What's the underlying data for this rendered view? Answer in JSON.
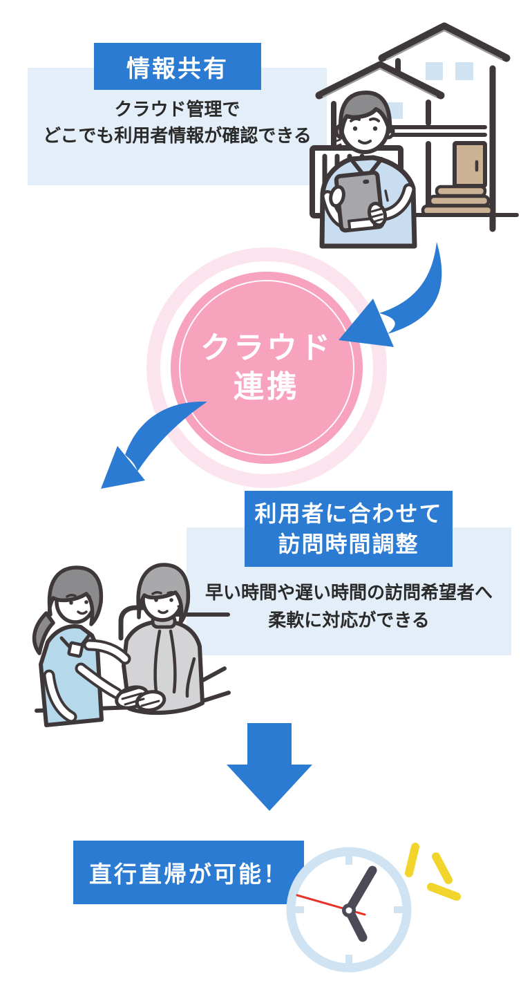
{
  "colors": {
    "accent_blue": "#2b7bd2",
    "panel_blue": "#e4eef8",
    "circle_pink": "#f8a3be",
    "circle_pale_ring": "#fce4ee",
    "outline_dark": "#3f383a",
    "illustration_blue": "#c8ddef",
    "apron_blue": "#b5d9ea",
    "window_blue": "#cfe3f2",
    "tan": "#cbb295",
    "gray_hair": "#8b8b8e",
    "clock_hand": "#4a4b57",
    "second_hand_red": "#e8332a",
    "spark_yellow": "#f2d52c"
  },
  "info_share": {
    "badge": "情報共有",
    "desc_line1": "クラウド管理で",
    "desc_line2": "どこでも利用者情報が確認できる"
  },
  "cloud_link": {
    "line1": "クラウド",
    "line2": "連携"
  },
  "visit_time": {
    "badge_line1": "利用者に合わせて",
    "badge_line2": "訪問時間調整",
    "desc_line1": "早い時間や遅い時間の訪問希望者へ",
    "desc_line2": "柔軟に対応ができる"
  },
  "direct_return": {
    "badge": "直行直帰が可能！"
  },
  "icons": {
    "worker_house": "worker-with-tablet-and-house-illustration",
    "caregiver": "caregiver-holding-hands-with-elderly-illustration",
    "clock": "clock-icon",
    "arrow_right": "curved-arrow-right-icon",
    "arrow_left": "curved-arrow-left-icon",
    "arrow_down": "down-arrow-icon",
    "sparks": "emphasis-sparks-icon"
  }
}
